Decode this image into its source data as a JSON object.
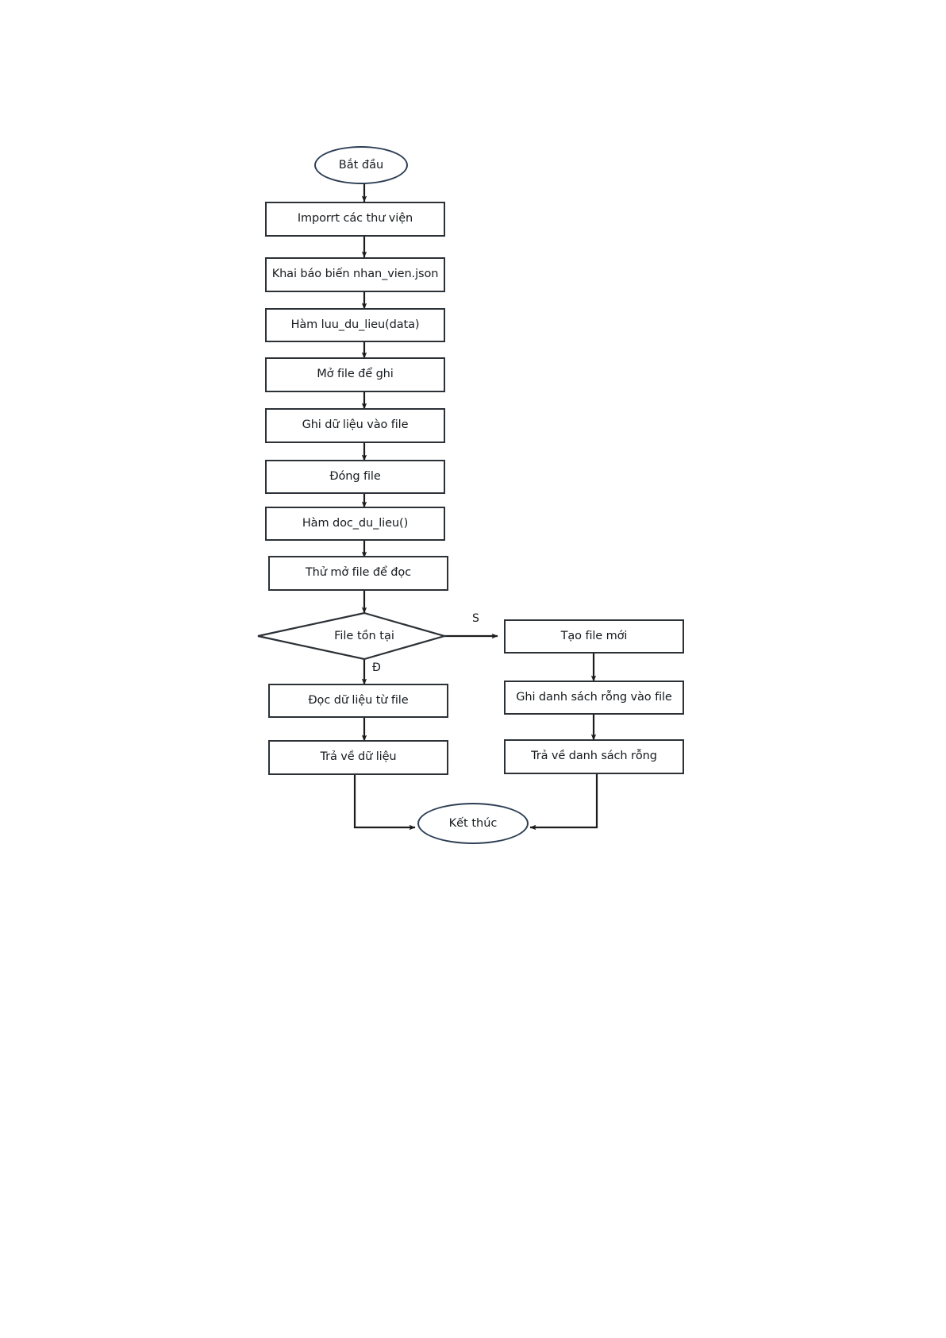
{
  "diagram": {
    "type": "flowchart",
    "title": "",
    "orientation": "top-to-bottom",
    "language": "vi",
    "colors": {
      "box_stroke": "#2b3136",
      "terminator_stroke": "#2d3f55",
      "arrow": "#1c1c1c",
      "text": "#161a1d",
      "background": "#ffffff"
    },
    "nodes": [
      {
        "id": "start",
        "shape": "ellipse",
        "label": "Bắt đầu"
      },
      {
        "id": "import",
        "shape": "process",
        "label": "Imporrt các thư viện"
      },
      {
        "id": "declare",
        "shape": "process",
        "label": "Khai báo biến nhan_vien.json"
      },
      {
        "id": "save_func",
        "shape": "process",
        "label": "Hàm luu_du_lieu(data)"
      },
      {
        "id": "open_write",
        "shape": "process",
        "label": "Mở file để ghi"
      },
      {
        "id": "write_data",
        "shape": "process",
        "label": "Ghi dữ liệu vào file"
      },
      {
        "id": "close_file",
        "shape": "process",
        "label": "Đóng file"
      },
      {
        "id": "read_func",
        "shape": "process",
        "label": "Hàm doc_du_lieu()"
      },
      {
        "id": "try_open",
        "shape": "process",
        "label": "Thử mở file để đọc"
      },
      {
        "id": "file_exists",
        "shape": "decision",
        "label": "File tồn tại"
      },
      {
        "id": "read_data",
        "shape": "process",
        "label": "Đọc dữ liệu từ file"
      },
      {
        "id": "return_data",
        "shape": "process",
        "label": "Trả về dữ liệu"
      },
      {
        "id": "create_file",
        "shape": "process",
        "label": "Tạo file mới"
      },
      {
        "id": "write_empty",
        "shape": "process",
        "label": "Ghi danh sách rỗng vào file"
      },
      {
        "id": "return_empty",
        "shape": "process",
        "label": "Trả về danh sách rỗng"
      },
      {
        "id": "end",
        "shape": "ellipse",
        "label": "Kết thúc"
      }
    ],
    "edge_labels": {
      "yes_branch": "S",
      "no_branch": "Đ"
    },
    "edges": [
      {
        "from": "start",
        "to": "import",
        "label": ""
      },
      {
        "from": "import",
        "to": "declare",
        "label": ""
      },
      {
        "from": "declare",
        "to": "save_func",
        "label": ""
      },
      {
        "from": "save_func",
        "to": "open_write",
        "label": ""
      },
      {
        "from": "open_write",
        "to": "write_data",
        "label": ""
      },
      {
        "from": "write_data",
        "to": "close_file",
        "label": ""
      },
      {
        "from": "close_file",
        "to": "read_func",
        "label": ""
      },
      {
        "from": "read_func",
        "to": "try_open",
        "label": ""
      },
      {
        "from": "try_open",
        "to": "file_exists",
        "label": ""
      },
      {
        "from": "file_exists",
        "to": "create_file",
        "label": "S"
      },
      {
        "from": "file_exists",
        "to": "read_data",
        "label": "Đ"
      },
      {
        "from": "read_data",
        "to": "return_data",
        "label": ""
      },
      {
        "from": "return_data",
        "to": "end",
        "label": ""
      },
      {
        "from": "create_file",
        "to": "write_empty",
        "label": ""
      },
      {
        "from": "write_empty",
        "to": "return_empty",
        "label": ""
      },
      {
        "from": "return_empty",
        "to": "end",
        "label": ""
      }
    ]
  }
}
